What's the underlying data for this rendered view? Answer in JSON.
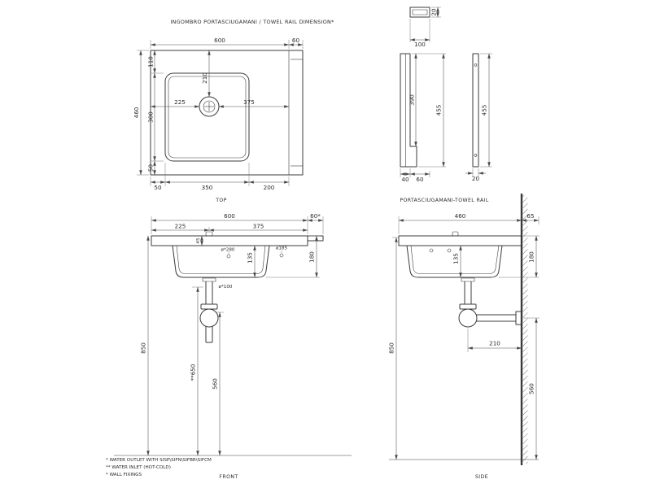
{
  "page": {
    "title": "INGOMBRO PORTASCIUGAMANI / TOWEL RAIL DIMENSION*"
  },
  "views": {
    "top": {
      "label": "TOP",
      "dims": {
        "width": "600",
        "rail_width": "60",
        "d110": "110",
        "d460": "460",
        "d300": "300",
        "d50_left": "50",
        "d210": "210",
        "d225": "225",
        "d375": "375",
        "d50_bottom": "50",
        "d350": "350",
        "d200": "200"
      }
    },
    "rail": {
      "label": "PORTASCIUGAMANI-TOWEL RAIL",
      "dims": {
        "d20_top": "20",
        "d100": "100",
        "d390": "390",
        "d455_a": "455",
        "d40": "40",
        "d60": "60",
        "d20_b": "20",
        "d455_b": "455"
      }
    },
    "front": {
      "label": "FRONT",
      "dims": {
        "width": "600",
        "rail_width": "60*",
        "d225": "225",
        "d375": "375",
        "d45": "45",
        "d280": "ø*280",
        "d185": "ø185",
        "d135": "135",
        "d180": "180",
        "d100": "ø*100",
        "d850": "850",
        "d650": "**650",
        "d560": "560"
      }
    },
    "side": {
      "label": "SIDE",
      "dims": {
        "d460": "460",
        "d65": "65",
        "d135": "135",
        "d180": "180",
        "d850": "850",
        "d210": "210",
        "d560": "560"
      }
    }
  },
  "footnotes": [
    "*  WATER OUTLET WITH SISP\\SIFN\\SIFBR\\SIFCM",
    "** WATER INLET  (HOT-COLD)",
    "*  WALL FIXINGS"
  ],
  "colors": {
    "line": "#3b3b3b",
    "text": "#2b2b2b",
    "background": "#ffffff"
  }
}
